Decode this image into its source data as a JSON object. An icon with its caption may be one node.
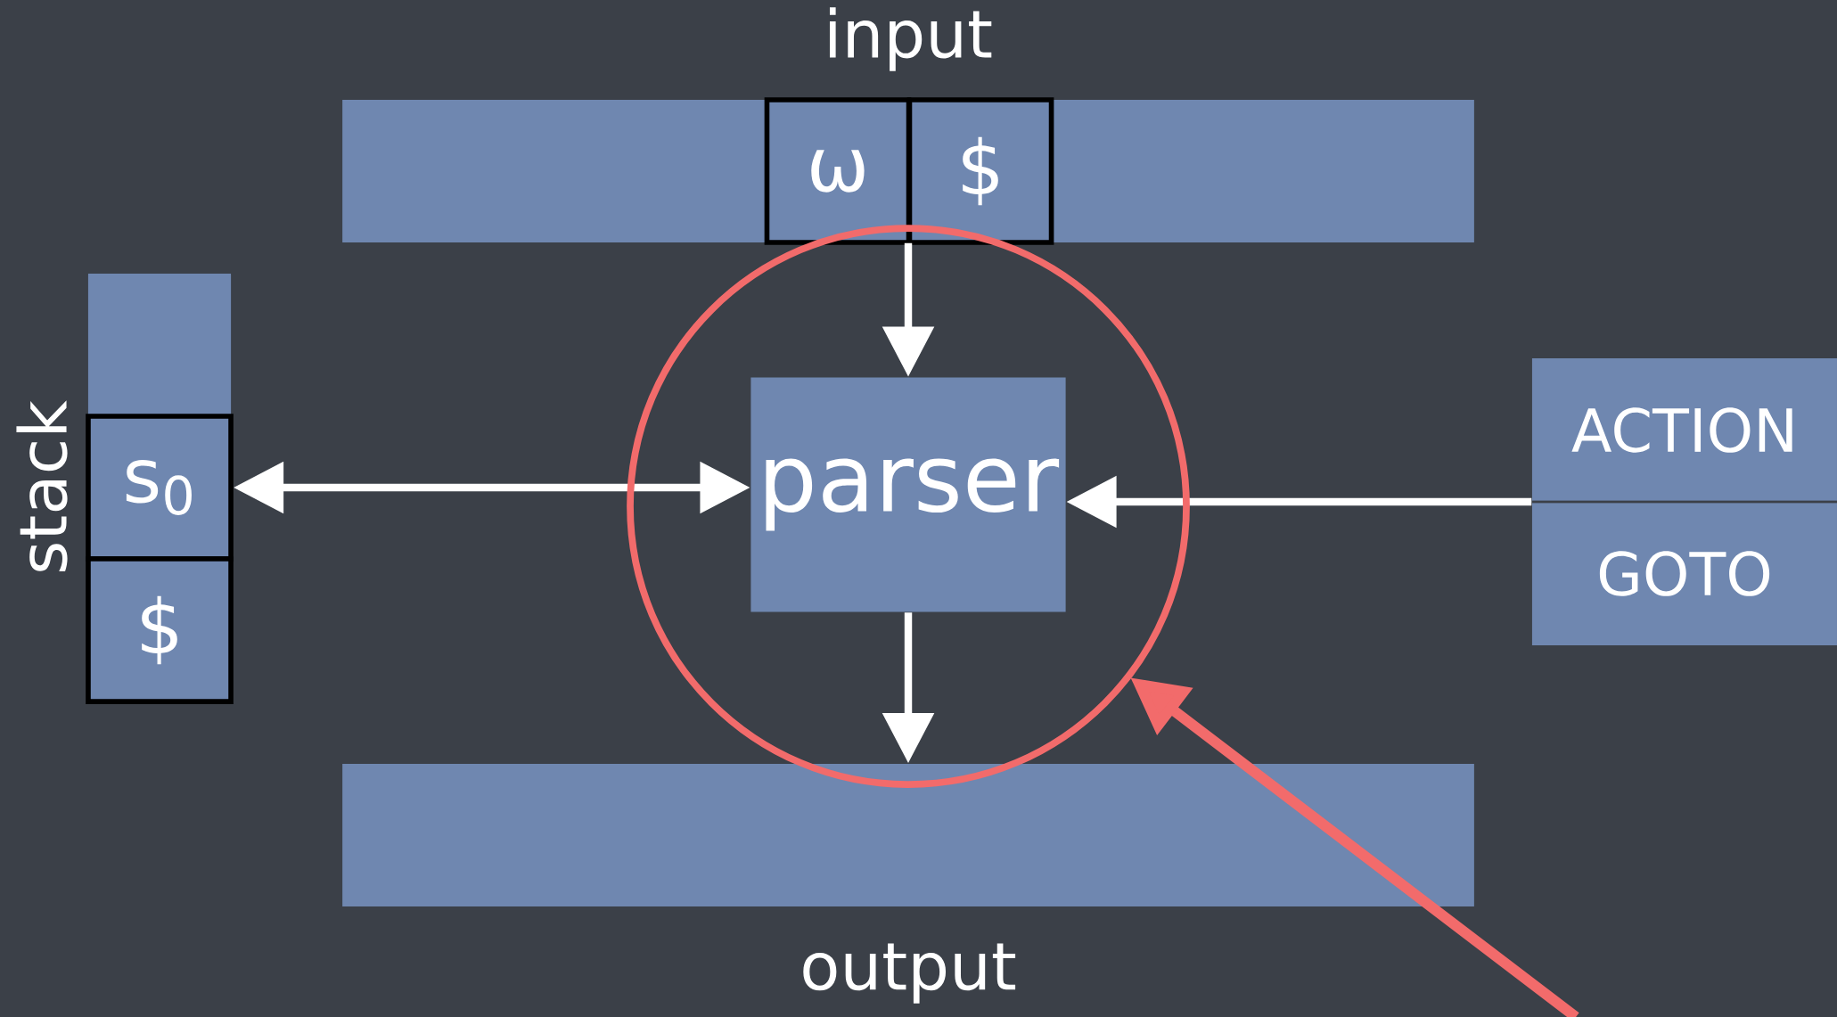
{
  "diagram": {
    "nodes": [
      {
        "text": [
          "input"
        ]
      },
      {
        "text": [
          "ω"
        ],
        "in": 0
      },
      {
        "text": [
          "$"
        ],
        "in": 0
      },
      {
        "text": [
          "stack"
        ]
      },
      {
        "text": [],
        "shape": "box",
        "in": 3
      },
      {
        "text": [
          "s$_{0}$"
        ],
        "in": 3
      },
      {
        "text": [
          "$"
        ],
        "in": 3
      },
      {
        "text": [
          "parser"
        ]
      },
      {
        "text": [
          "ACTION",
          "GOTO"
        ]
      },
      {
        "text": [
          "output"
        ]
      }
    ],
    "edges": [
      {
        "from": 0,
        "to": 7,
        "arrow": "to"
      },
      {
        "from": 5,
        "to": 7,
        "arrow": "both"
      },
      {
        "from": 8,
        "to": 7,
        "arrow": "to"
      },
      {
        "from": 7,
        "to": 9,
        "arrow": "to"
      }
    ]
  }
}
